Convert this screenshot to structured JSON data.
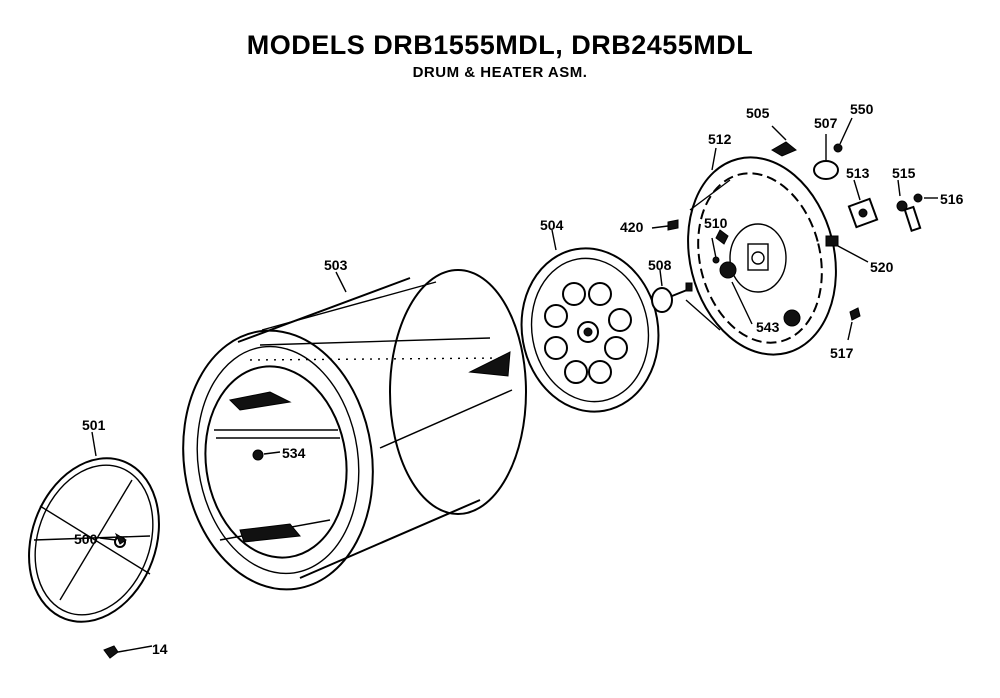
{
  "header": {
    "title": "MODELS DRB1555MDL, DRB2455MDL",
    "subtitle": "DRUM & HEATER ASM."
  },
  "callouts": {
    "p14": "14",
    "p500": "500",
    "p501": "501",
    "p503": "503",
    "p504": "504",
    "p505": "505",
    "p507": "507",
    "p508": "508",
    "p510": "510",
    "p512": "512",
    "p513": "513",
    "p515": "515",
    "p516": "516",
    "p517": "517",
    "p520": "520",
    "p534": "534",
    "p543": "543",
    "p550": "550",
    "p420": "420"
  }
}
